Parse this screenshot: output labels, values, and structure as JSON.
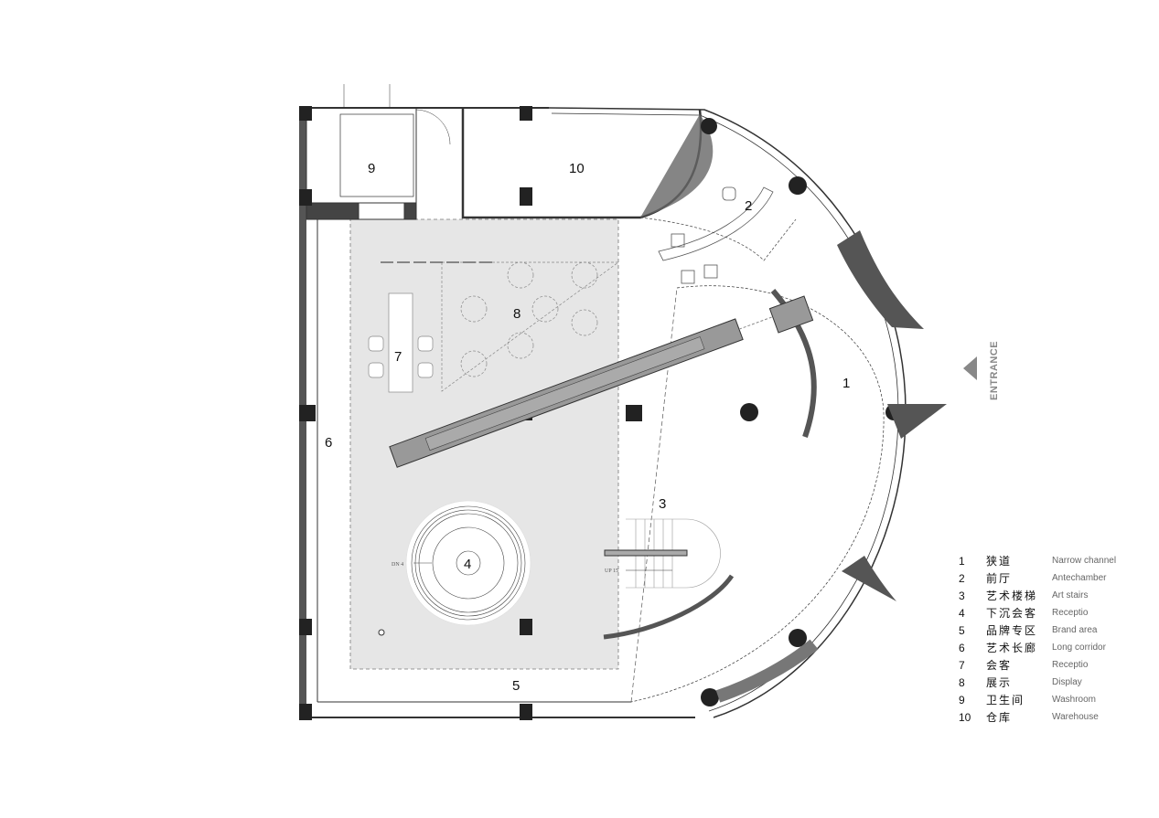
{
  "plan": {
    "room_labels": [
      "1",
      "2",
      "3",
      "4",
      "5",
      "6",
      "7",
      "8",
      "9",
      "10"
    ],
    "entrance_label": "ENTRANCE",
    "stair_down_label": "DN 4",
    "stair_up_label": "UP 15"
  },
  "legend": [
    {
      "num": "1",
      "cn": "狭道",
      "en": "Narrow channel"
    },
    {
      "num": "2",
      "cn": "前厅",
      "en": "Antechamber"
    },
    {
      "num": "3",
      "cn": "艺术楼梯",
      "en": "Art stairs"
    },
    {
      "num": "4",
      "cn": "下沉会客",
      "en": "Receptio"
    },
    {
      "num": "5",
      "cn": "品牌专区",
      "en": "Brand area"
    },
    {
      "num": "6",
      "cn": "艺术长廊",
      "en": "Long corridor"
    },
    {
      "num": "7",
      "cn": "会客",
      "en": "Receptio"
    },
    {
      "num": "8",
      "cn": "展示",
      "en": "Display"
    },
    {
      "num": "9",
      "cn": "卫生间",
      "en": "Washroom"
    },
    {
      "num": "10",
      "cn": "仓库",
      "en": "Warehouse"
    }
  ],
  "colors": {
    "wall": "#2a2a2a",
    "zone": "#e6e6e6",
    "accent": "#666666"
  }
}
